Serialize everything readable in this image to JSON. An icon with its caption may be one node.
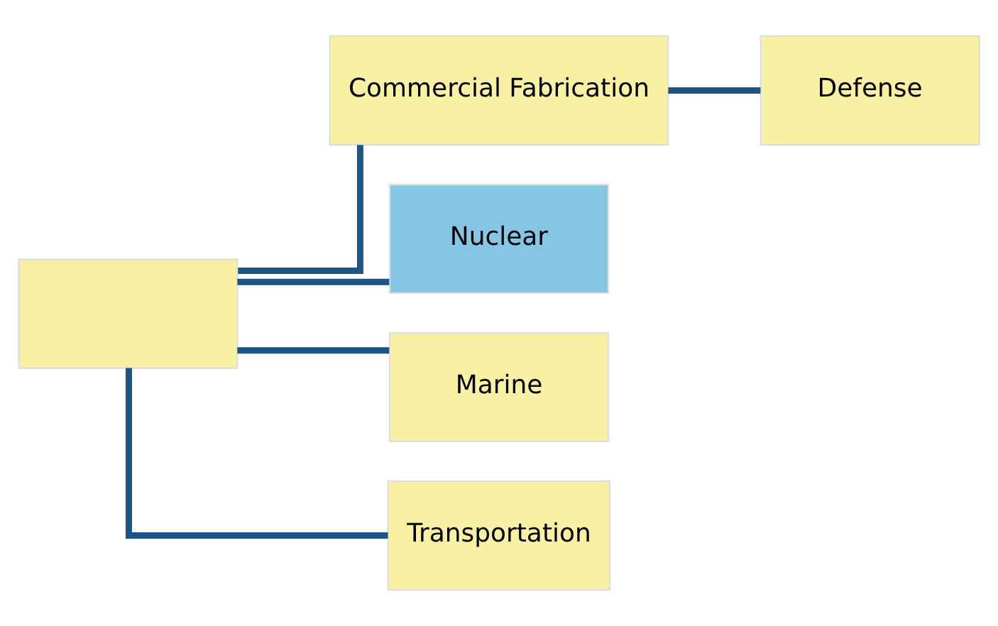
{
  "diagram": {
    "nodes": [
      {
        "text": [],
        "shape": "box"
      },
      {
        "text": [
          "Commercial Fabrication"
        ]
      },
      {
        "text": [
          "Nuclear"
        ]
      },
      {
        "text": [
          "Marine"
        ]
      },
      {
        "text": [
          "Transportation"
        ]
      },
      {
        "text": [
          "Defense"
        ]
      }
    ],
    "edges": [
      {
        "from": 0,
        "to": 1,
        "arrow": "none"
      },
      {
        "from": 0,
        "to": 2,
        "arrow": "none"
      },
      {
        "from": 0,
        "to": 3,
        "arrow": "none"
      },
      {
        "from": 0,
        "to": 4,
        "arrow": "none"
      },
      {
        "from": 1,
        "to": 5,
        "arrow": "none"
      }
    ]
  }
}
